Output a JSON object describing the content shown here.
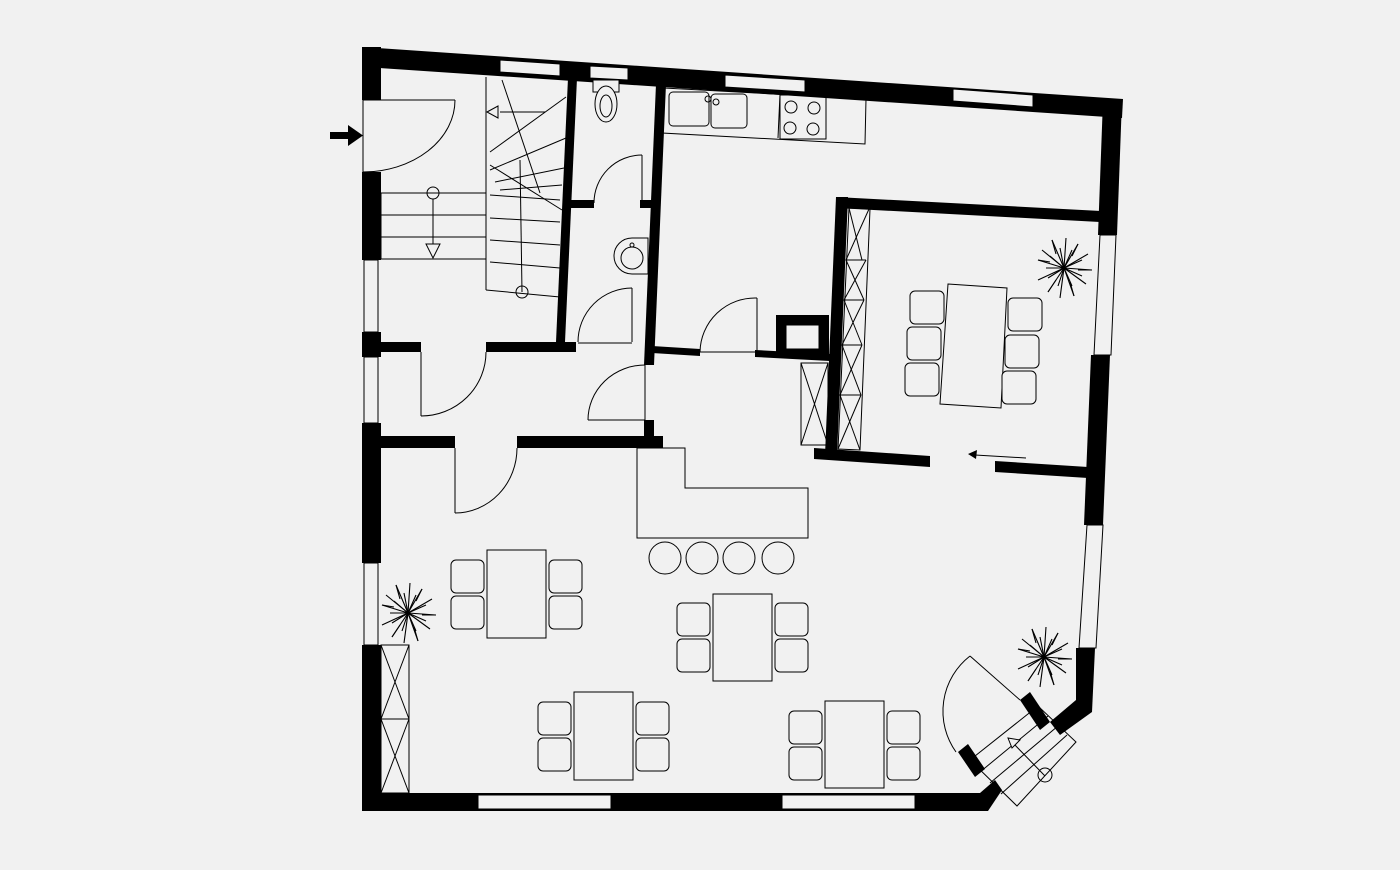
{
  "floor_plan": {
    "background_color": "#f1f1f1",
    "wall_color": "#000000",
    "line_color": "#000000",
    "entrance": {
      "icon": "arrow-right-icon"
    },
    "rooms": [
      "entrance-hall",
      "staircase",
      "wc",
      "washroom",
      "kitchen",
      "dining-room",
      "corridor",
      "living-dining-hall"
    ],
    "furniture": {
      "dining_tables": 5,
      "chairs_per_table": 4,
      "dining_room_table_chairs": 6,
      "bar_stools": 4,
      "plants": 3
    }
  }
}
